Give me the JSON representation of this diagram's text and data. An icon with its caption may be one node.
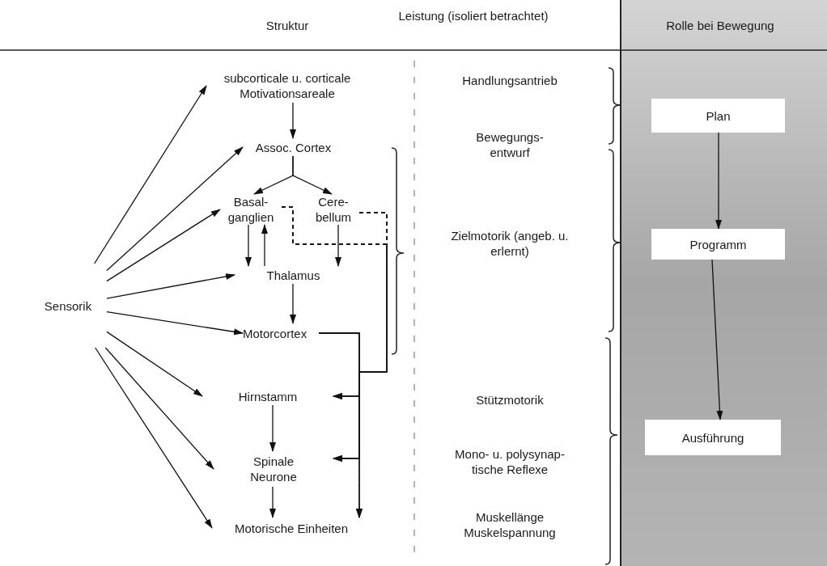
{
  "diagram": {
    "nodes": [
      {
        "text": [
          "Sensorik"
        ]
      },
      {
        "text": [
          "subcorticale u. corticale Motivationsareale"
        ]
      },
      {
        "text": [
          "Assoc. Cortex"
        ]
      },
      {
        "text": [
          "Basal- ganglien"
        ]
      },
      {
        "text": [
          "Cere- bellum"
        ]
      },
      {
        "text": [
          "Thalamus"
        ]
      },
      {
        "text": [
          "Motorcortex"
        ]
      },
      {
        "text": [
          "Hirnstamm"
        ]
      },
      {
        "text": [
          "Spinale Neurone"
        ]
      },
      {
        "text": [
          "Motorische Einheiten"
        ]
      },
      {
        "text": [
          "Plan"
        ]
      },
      {
        "text": [
          "Programm"
        ]
      },
      {
        "text": [
          "Ausführung"
        ]
      }
    ],
    "edges": [
      {
        "from": 0,
        "to": 1,
        "arrow": "to"
      },
      {
        "from": 0,
        "to": 2,
        "arrow": "to"
      },
      {
        "from": 0,
        "to": 3,
        "arrow": "to"
      },
      {
        "from": 0,
        "to": 5,
        "arrow": "to"
      },
      {
        "from": 0,
        "to": 6,
        "arrow": "to"
      },
      {
        "from": 0,
        "to": 7,
        "arrow": "to"
      },
      {
        "from": 0,
        "to": 8,
        "arrow": "to"
      },
      {
        "from": 0,
        "to": 9,
        "arrow": "to"
      },
      {
        "from": 1,
        "to": 2,
        "arrow": "to"
      },
      {
        "from": 2,
        "to": 3,
        "arrow": "to"
      },
      {
        "from": 2,
        "to": 4,
        "arrow": "to"
      },
      {
        "from": 3,
        "to": 5,
        "arrow": "to"
      },
      {
        "from": 5,
        "to": 3,
        "arrow": "to"
      },
      {
        "from": 4,
        "to": 5,
        "arrow": "to"
      },
      {
        "from": 5,
        "to": 6,
        "arrow": "to"
      },
      {
        "from": 6,
        "to": 7,
        "arrow": "to"
      },
      {
        "from": 6,
        "to": 8,
        "arrow": "to"
      },
      {
        "from": 6,
        "to": 9,
        "arrow": "to"
      },
      {
        "from": 7,
        "to": 8,
        "arrow": "to"
      },
      {
        "from": 8,
        "to": 9,
        "arrow": "to"
      },
      {
        "from": 3,
        "to": 7,
        "arrow": "to",
        "style": "dashed"
      },
      {
        "from": 3,
        "to": 8,
        "arrow": "to",
        "style": "dashed"
      },
      {
        "from": 3,
        "to": 9,
        "arrow": "to",
        "style": "dashed"
      },
      {
        "from": 4,
        "to": 7,
        "arrow": "to",
        "style": "dashed"
      },
      {
        "from": 4,
        "to": 8,
        "arrow": "to",
        "style": "dashed"
      },
      {
        "from": 4,
        "to": 9,
        "arrow": "to",
        "style": "dashed"
      },
      {
        "from": 10,
        "to": 11,
        "arrow": "to"
      },
      {
        "from": 11,
        "to": 12,
        "arrow": "to"
      }
    ],
    "labels": [
      "Struktur",
      "Leistung (isoliert betrachtet)",
      "Rolle bei Bewegung",
      "Handlungsantrieb",
      "Bewegungs- entwurf",
      "Zielmotorik (angeb. u. erlernt)",
      "Stützmotorik",
      "Mono- u. polysynap- tische Reflexe",
      "Muskellänge Muskelspannung"
    ]
  }
}
